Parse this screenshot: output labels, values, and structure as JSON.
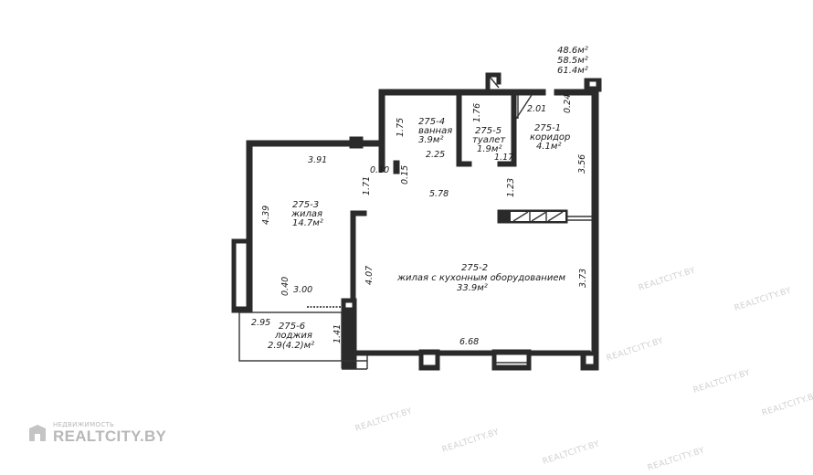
{
  "areas": {
    "total_1": "48.6м²",
    "total_2": "58.5м²",
    "total_3": "61.4м²"
  },
  "rooms": [
    {
      "id": "275-1",
      "name": "коридор",
      "area": "4.1м²"
    },
    {
      "id": "275-2",
      "name": "жилая с кухонным оборудованием",
      "area": "33.9м²"
    },
    {
      "id": "275-3",
      "name": "жилая",
      "area": "14.7м²"
    },
    {
      "id": "275-4",
      "name": "ванная",
      "area": "3.9м²"
    },
    {
      "id": "275-5",
      "name": "туалет",
      "area": "1.9м²"
    },
    {
      "id": "275-6",
      "name": "лоджия",
      "area": "2.9(4.2)м²"
    }
  ],
  "dimensions": {
    "d_2_01": "2.01",
    "d_0_24": "0.24",
    "d_1_76": "1.76",
    "d_1_75": "1.75",
    "d_3_91": "3.91",
    "d_2_25": "2.25",
    "d_1_17": "1.17",
    "d_3_56": "3.56",
    "d_0_10": "0.10",
    "d_0_15": "0.15",
    "d_1_71": "1.71",
    "d_5_78": "5.78",
    "d_1_23": "1.23",
    "d_4_39": "4.39",
    "d_4_07": "4.07",
    "d_3_73": "3.73",
    "d_0_40": "0.40",
    "d_3_00": "3.00",
    "d_2_95": "2.95",
    "d_1_41": "1.41",
    "d_6_68": "6.68"
  },
  "watermark": {
    "text": "REALTCITY.BY",
    "logo_small": "НЕДВИЖИМОСТЬ",
    "logo_big": "REALTCITY.BY"
  }
}
